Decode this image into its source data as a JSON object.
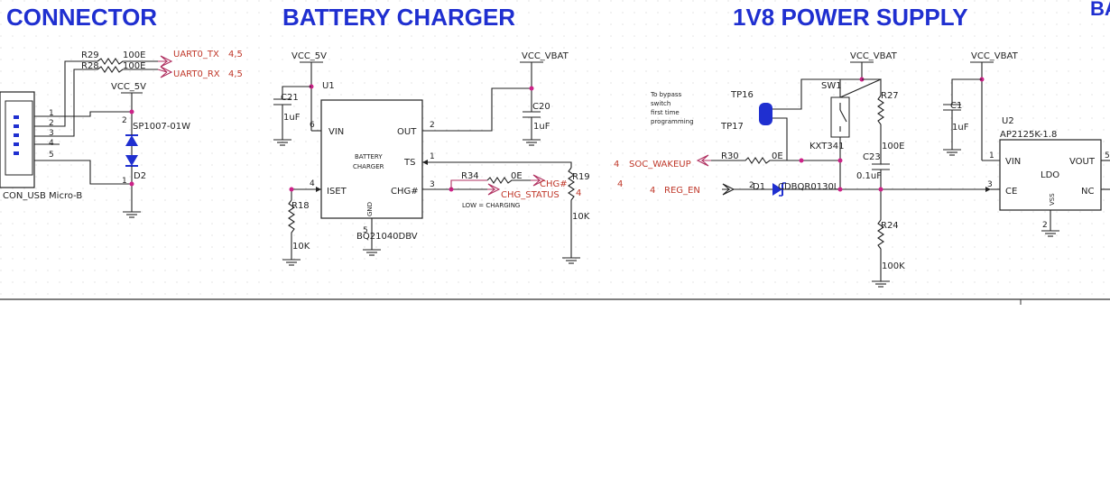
{
  "sections": {
    "connector": "CONNECTOR",
    "battery_charger": "BATTERY CHARGER",
    "power_supply": "1V8 POWER SUPPLY",
    "cut_off": "BA"
  },
  "connector": {
    "r29": {
      "ref": "R29",
      "value": "100E"
    },
    "r28": {
      "ref": "R28",
      "value": "100E"
    },
    "uart_tx": "UART0_TX",
    "uart_tx_sheets": "4,5",
    "uart_rx": "UART0_RX",
    "uart_rx_sheets": "4,5",
    "vcc": "VCC_5V",
    "tvs_part": "SP1007-01W",
    "diode_ref": "D2",
    "usb_name": "CON_USB Micro-B",
    "pins": [
      "1",
      "2",
      "3",
      "4",
      "5"
    ],
    "diode_pins": [
      "2",
      "1"
    ]
  },
  "charger": {
    "vcc_in": "VCC_5V",
    "vcc_out": "VCC_VBAT",
    "u_ref": "U1",
    "chip_text_line1": "BATTERY",
    "chip_text_line2": "CHARGER",
    "chip_part": "BQ21040DBV",
    "pin_vin": "VIN",
    "pin_out": "OUT",
    "pin_ts": "TS",
    "pin_iset": "ISET",
    "pin_chg": "CHG#",
    "pin_gnd": "GND",
    "pin_num_vin": "6",
    "pin_num_out": "2",
    "pin_num_ts": "1",
    "pin_num_iset": "4",
    "pin_num_chg": "3",
    "pin_num_gnd": "5",
    "c21": {
      "ref": "C21",
      "value": "1uF"
    },
    "c20": {
      "ref": "C20",
      "value": "1uF"
    },
    "r18": {
      "ref": "R18",
      "value": "10K"
    },
    "r19": {
      "ref": "R19",
      "value": "10K"
    },
    "r34": {
      "ref": "R34",
      "value": "0E"
    },
    "chg_net": "CHG#",
    "chg_status": "CHG_STATUS",
    "chg_status_sheet": "4",
    "low_note": "LOW = CHARGING"
  },
  "power": {
    "note_lines": [
      "To bypass",
      "switch",
      "first time",
      "programming"
    ],
    "tp16": "TP16",
    "tp17": "TP17",
    "sw_ref": "SW1",
    "sw_part": "KXT341",
    "vcc_vbat_1": "VCC_VBAT",
    "vcc_vbat_2": "VCC_VBAT",
    "r27": {
      "ref": "R27",
      "value": "100E"
    },
    "c23": {
      "ref": "C23",
      "value": "0.1uF"
    },
    "r24": {
      "ref": "R24",
      "value": "100K"
    },
    "c1": {
      "ref": "C1",
      "value": "1uF"
    },
    "r30": {
      "ref": "R30",
      "value": "0E"
    },
    "d1_ref": "D1",
    "d1_part": "CDBQR0130L",
    "d1_pin": "2",
    "soc_wakeup": "SOC_WAKEUP",
    "soc_wakeup_sheet": "4",
    "reg_en": "REG_EN",
    "reg_en_sheet": "4",
    "stray_sheet": "4",
    "u2_ref": "U2",
    "u2_part": "AP2125K-1.8",
    "pin_vin": "VIN",
    "pin_vout": "VOUT",
    "pin_ldo": "LDO",
    "pin_ce": "CE",
    "pin_nc": "NC",
    "pin_vss": "VSS",
    "pin_num_vin": "1",
    "pin_num_ce": "3",
    "pin_num_vss": "2",
    "pin_num_vout": "5"
  }
}
